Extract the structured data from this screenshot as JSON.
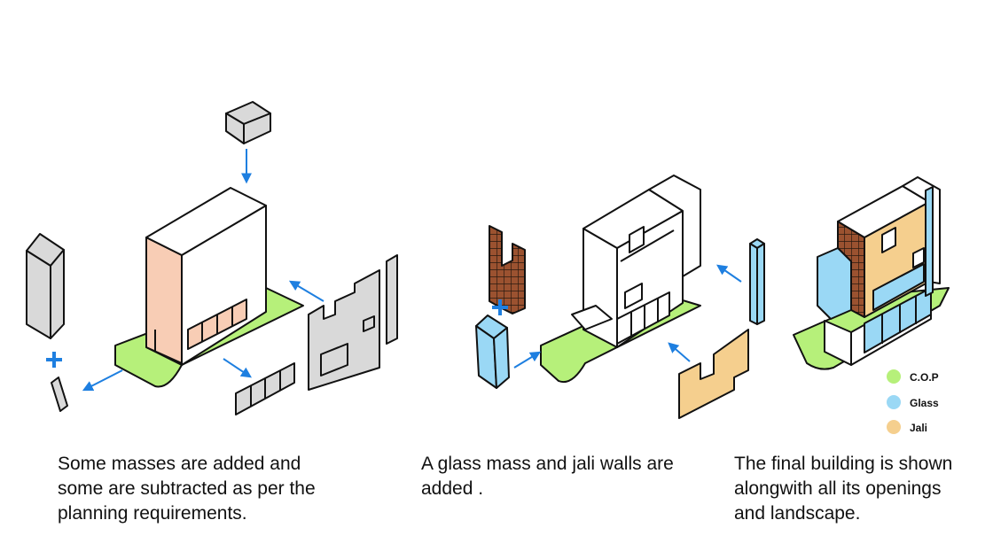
{
  "captions": {
    "step1": [
      "Some masses are added and",
      "some are subtracted as per the",
      "planning requirements."
    ],
    "step2": [
      "A glass mass and jali walls are",
      "added ."
    ],
    "step3": [
      "The final building is shown",
      "alongwith all its openings",
      "and landscape."
    ]
  },
  "legend": [
    {
      "label": "C.O.P",
      "color": "#b6f07a"
    },
    {
      "label": "Glass",
      "color": "#9ad8f5"
    },
    {
      "label": "Jali",
      "color": "#f5cf8e"
    }
  ],
  "colors": {
    "landscape": "#b6f07a",
    "glass": "#9ad8f5",
    "jali": "#f5cf8e",
    "brick": "#9b5230",
    "subtracted_mass": "#d9d9d9",
    "accent_mass": "#f8cdb5",
    "arrow": "#1e7fe0"
  }
}
